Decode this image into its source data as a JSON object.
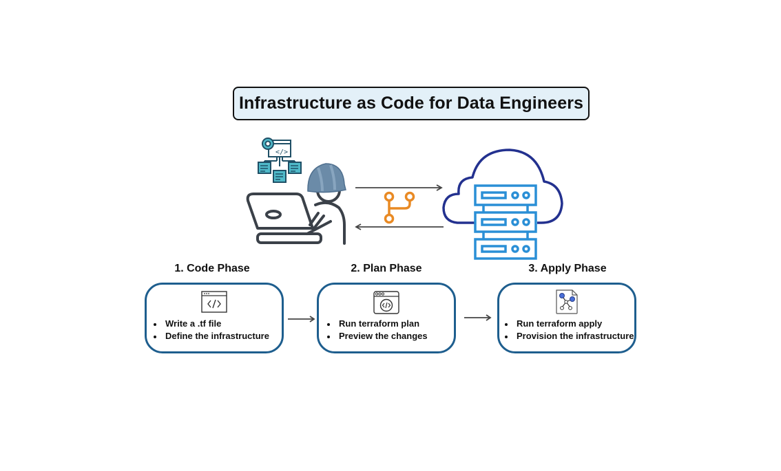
{
  "title": "Infrastructure as Code for Data Engineers",
  "illustration": {
    "engineer": {
      "icons": [
        "code-architecture-icon",
        "hard-hat-icon",
        "engineer-at-laptop-icon"
      ]
    },
    "flow": {
      "forward_arrow": "arrow-right-icon",
      "backward_arrow": "arrow-left-icon",
      "branch_icon": "git-branch-icon"
    },
    "cloud": {
      "icons": [
        "cloud-icon",
        "server-rack-icon"
      ]
    }
  },
  "colors": {
    "title_bg": "#e3f0f8",
    "phase_border": "#1e5e8e",
    "git_branch": "#e98a24",
    "cloud_outline": "#23318f",
    "server": "#2a8fd6",
    "hard_hat": "#6b8ba8",
    "code_icon_fill": "#4fb9c9",
    "code_icon_stroke": "#1f4f66",
    "person_stroke": "#3b4149"
  },
  "phases": [
    {
      "title": "1. Code Phase",
      "icon": "code-window-icon",
      "bullets": [
        "Write a .tf file",
        "Define the infrastructure"
      ]
    },
    {
      "title": "2. Plan Phase",
      "icon": "browser-code-icon",
      "bullets": [
        "Run terraform plan",
        "Preview the changes"
      ]
    },
    {
      "title": "3. Apply Phase",
      "icon": "network-file-icon",
      "bullets": [
        "Run terraform apply",
        "Provision the infrastructure"
      ]
    }
  ]
}
